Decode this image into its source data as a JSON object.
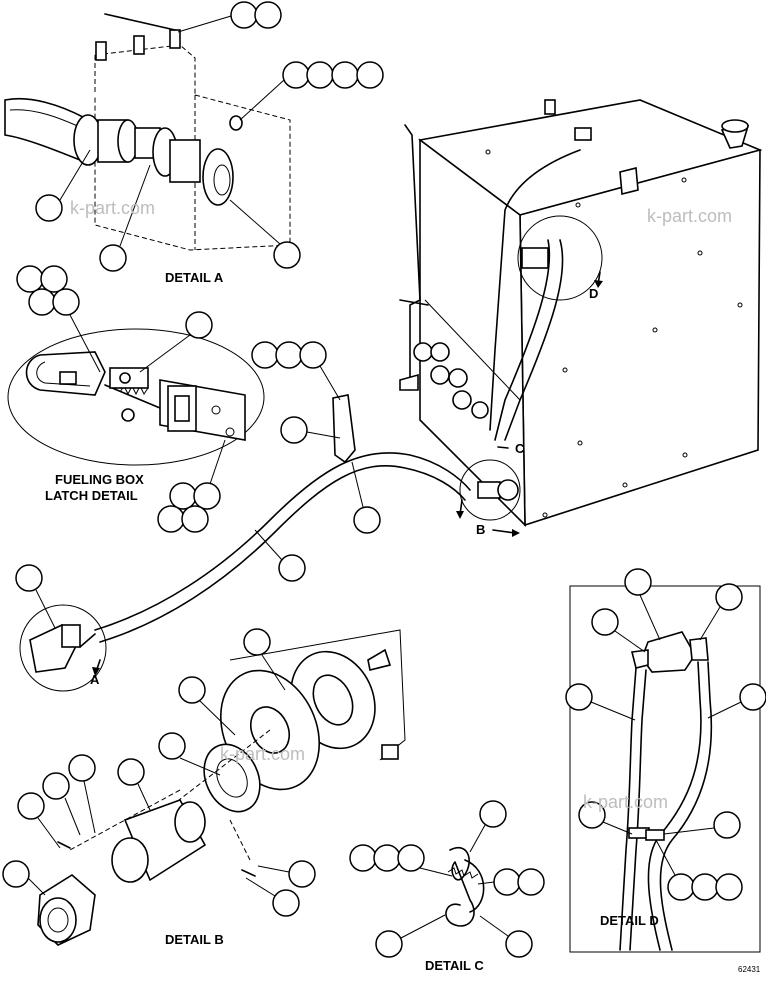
{
  "labels": {
    "detail_a": "DETAIL A",
    "detail_b": "DETAIL B",
    "detail_c": "DETAIL C",
    "detail_d": "DETAIL D",
    "latch_line1": "FUELING BOX",
    "latch_line2": "LATCH DETAIL"
  },
  "view_arrows": {
    "a": "A",
    "b": "B",
    "c": "C",
    "d": "D"
  },
  "watermark": "k-part.com",
  "drawing_number": "62431"
}
